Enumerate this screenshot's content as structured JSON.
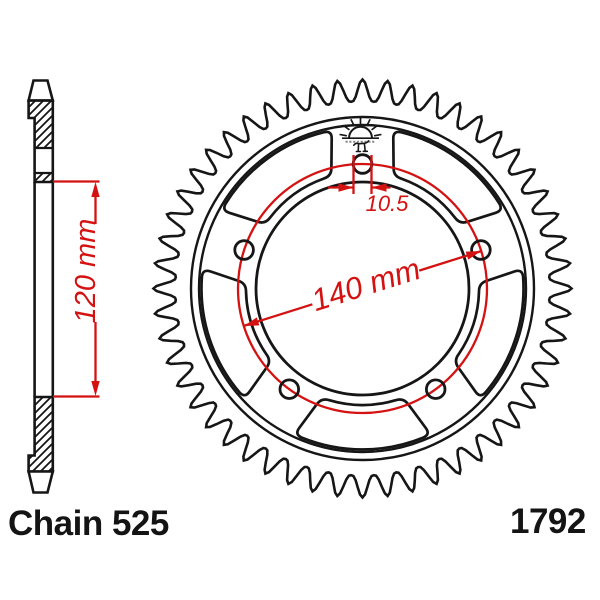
{
  "labels": {
    "chain": "Chain 525",
    "part_number": "1792"
  },
  "dimensions": {
    "inner_span": "120 mm",
    "bolt_circle": "140 mm",
    "bolt_hole": "10.5"
  },
  "features": {
    "bolt_hole_count": 5,
    "cutout_count": 5,
    "logo_icon": "sunstar-rising-sun-icon"
  },
  "colors": {
    "dimension_red": "#d41212",
    "line_black": "#161616",
    "background": "#ffffff"
  }
}
